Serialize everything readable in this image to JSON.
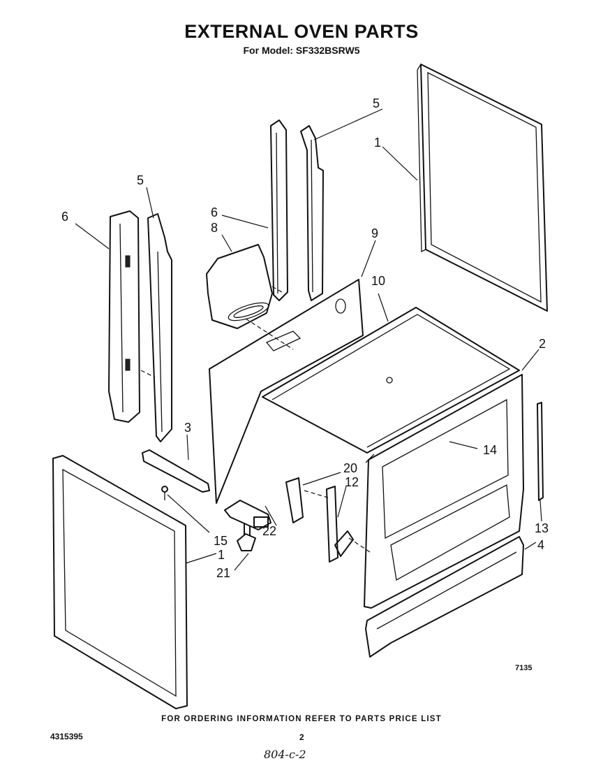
{
  "header": {
    "title": "EXTERNAL OVEN PARTS",
    "subtitle": "For Model: SF332BSRW5"
  },
  "callouts": {
    "c1_top": "1",
    "c5_top": "5",
    "c5_left": "5",
    "c6_left": "6",
    "c6_mid": "6",
    "c8": "8",
    "c9": "9",
    "c10": "10",
    "c2": "2",
    "c3": "3",
    "c14": "14",
    "c20": "20",
    "c12": "12",
    "c22": "22",
    "c15": "15",
    "c1_bottom": "1",
    "c21": "21",
    "c13": "13",
    "c4": "4"
  },
  "figure_code": "7135",
  "footer": {
    "note": "FOR ORDERING INFORMATION REFER TO PARTS PRICE LIST",
    "doc_number": "4315395",
    "page_number": "2",
    "handwritten": "804-c-2"
  }
}
